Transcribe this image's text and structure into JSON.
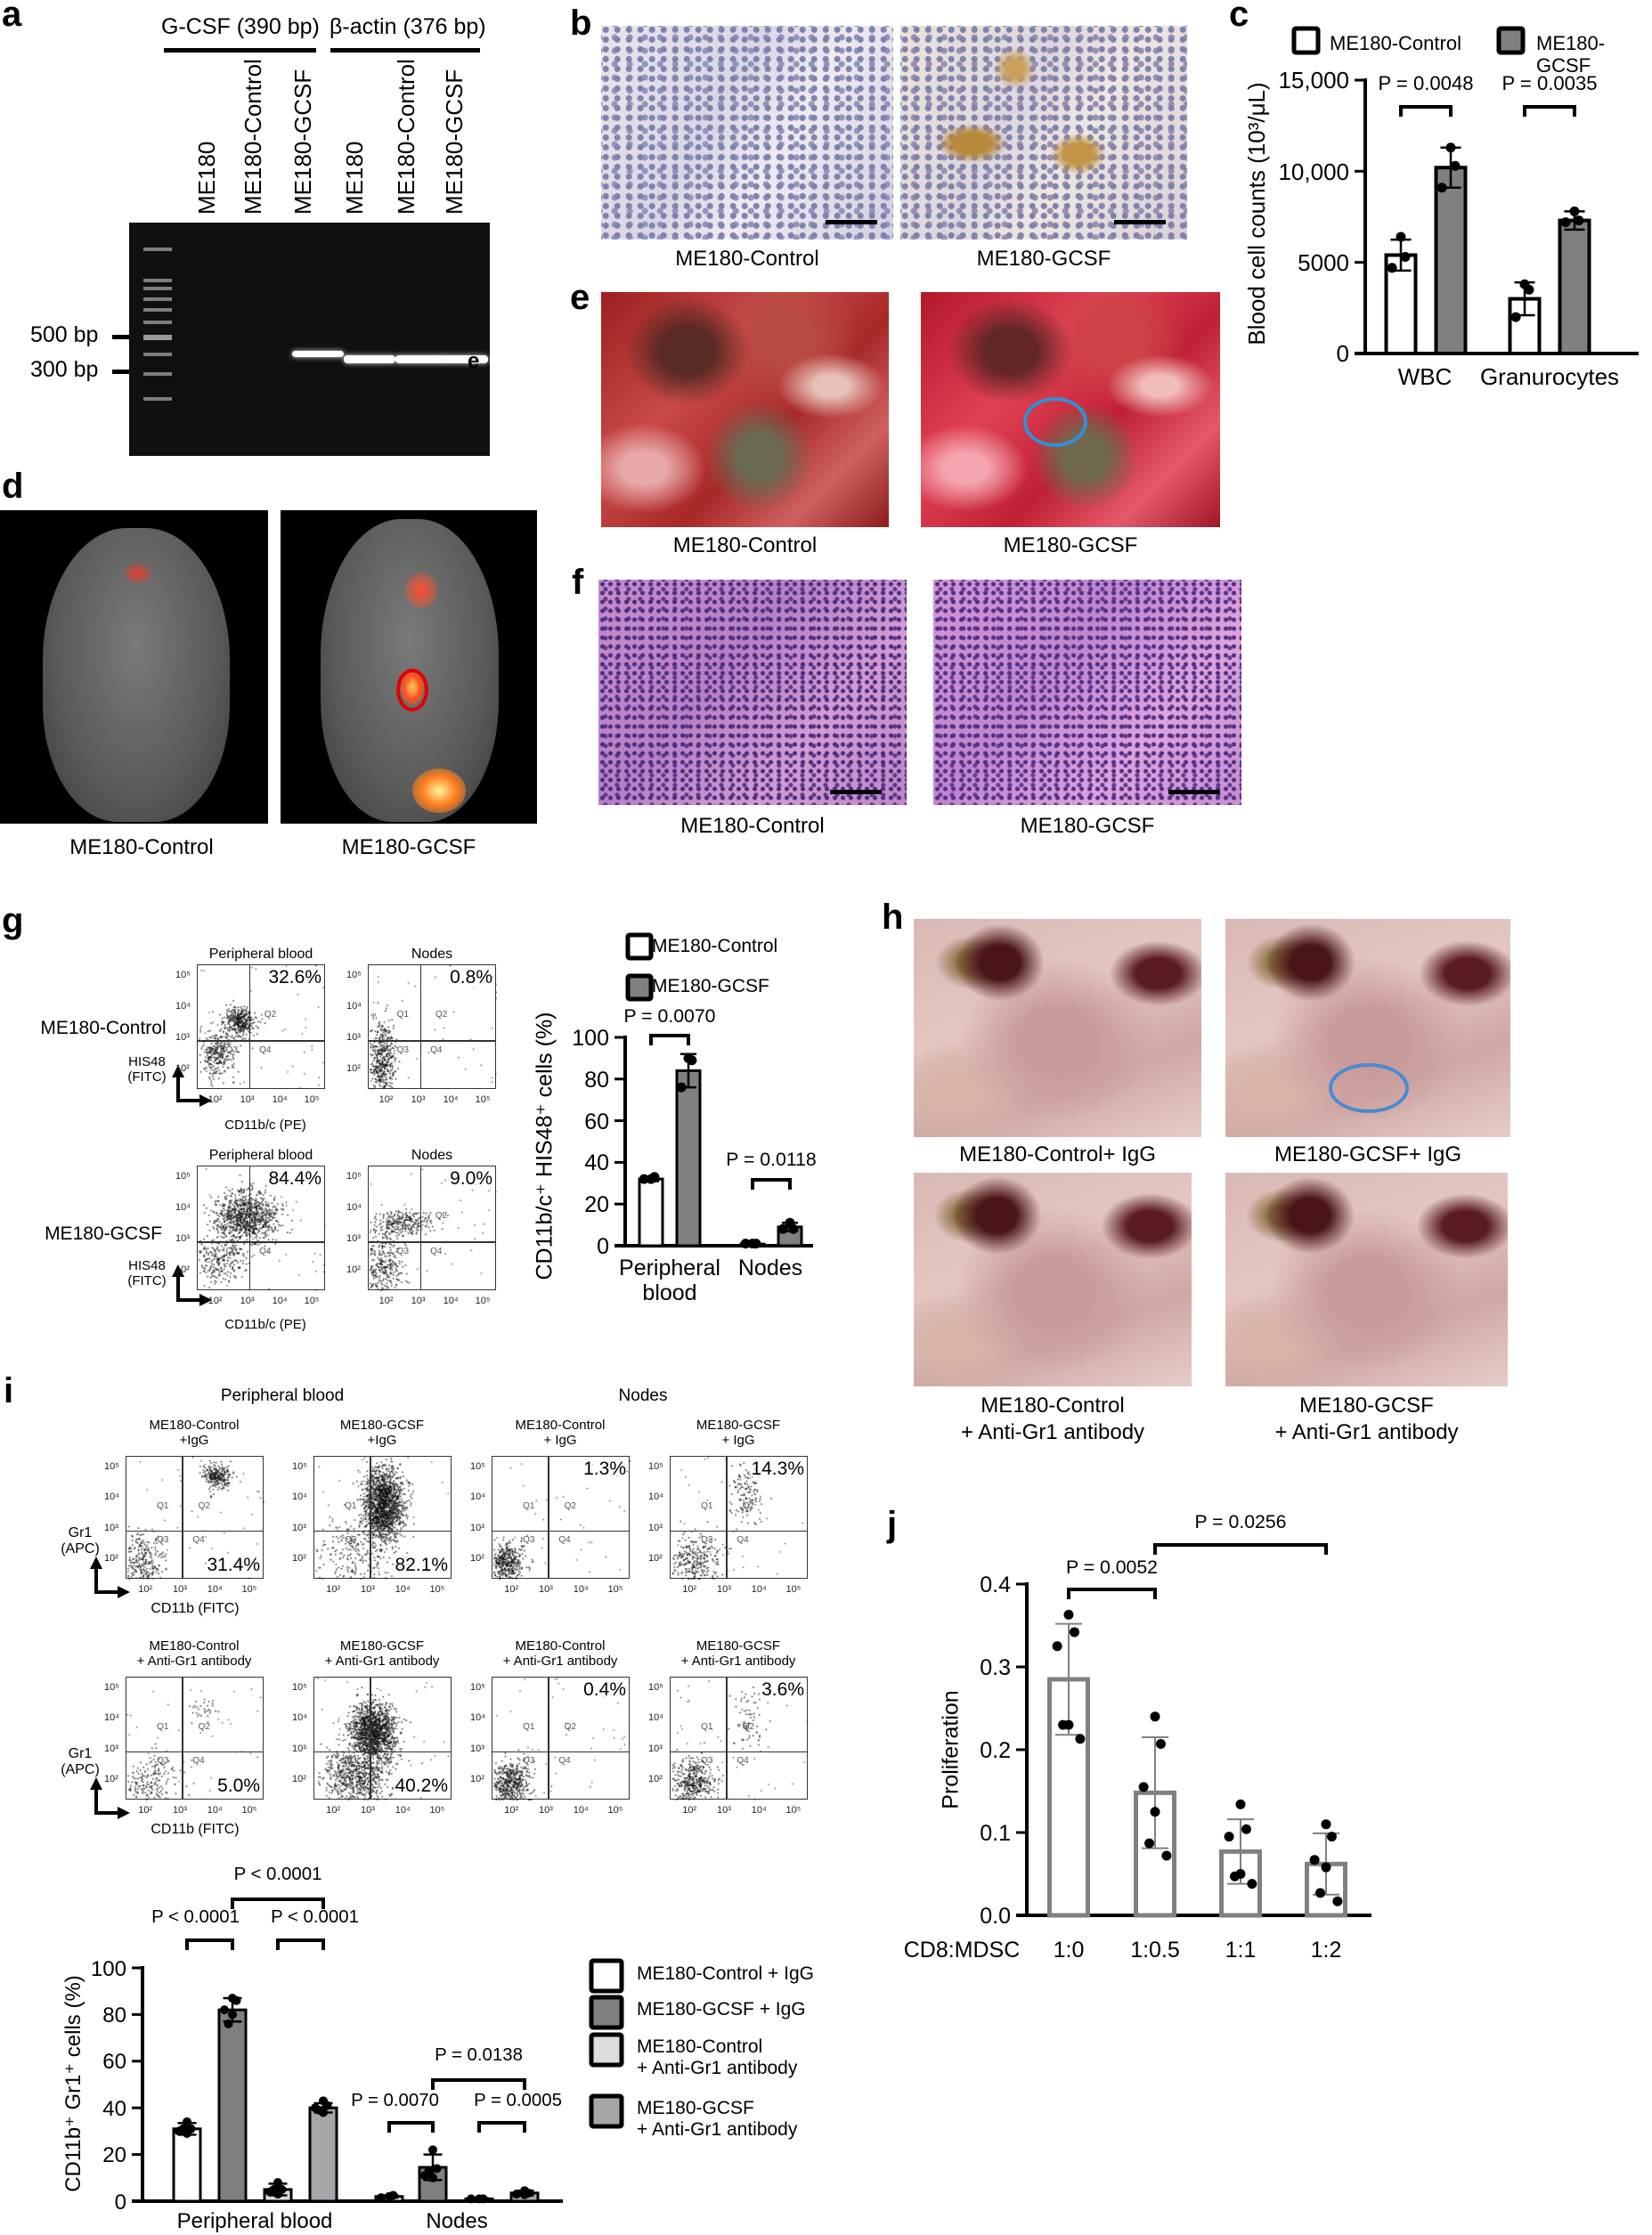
{
  "panel_labels": {
    "a": "a",
    "b": "b",
    "c": "c",
    "d": "d",
    "e": "e",
    "f": "f",
    "g": "g",
    "h": "h",
    "i": "i",
    "j": "j"
  },
  "a": {
    "headers": [
      "G-CSF (390 bp)",
      "β-actin (376 bp)"
    ],
    "lanes": [
      "ME180",
      "ME180-Control",
      "ME180-GCSF",
      "ME180",
      "ME180-Control",
      "ME180-GCSF"
    ],
    "markers": [
      "500 bp",
      "300 bp"
    ],
    "stray_letter": "e"
  },
  "b": {
    "captions": [
      "ME180-Control",
      "ME180-GCSF"
    ]
  },
  "d": {
    "captions": [
      "ME180-Control",
      "ME180-GCSF"
    ]
  },
  "e": {
    "captions": [
      "ME180-Control",
      "ME180-GCSF"
    ]
  },
  "f": {
    "captions": [
      "ME180-Control",
      "ME180-GCSF"
    ]
  },
  "h": {
    "captions": [
      "ME180-Control+ IgG",
      "ME180-GCSF+ IgG",
      "ME180-Control\n+ Anti-Gr1 antibody",
      "ME180-GCSF\n+ Anti-Gr1 antibody"
    ]
  },
  "flow_ticks": [
    "10²",
    "10³",
    "10⁴",
    "10⁵"
  ],
  "quadrants": [
    "Q1",
    "Q2",
    "Q3",
    "Q4"
  ],
  "g_flow": {
    "col_titles": [
      "Peripheral blood",
      "Nodes",
      "Peripheral blood",
      "Nodes"
    ],
    "row_labels": [
      "ME180-Control",
      "ME180-GCSF"
    ],
    "y_axis": "HIS48\n(FITC)",
    "x_axis": "CD11b/c (PE)",
    "percents": [
      "32.6%",
      "0.8%",
      "84.4%",
      "9.0%"
    ]
  },
  "i_flow": {
    "group_titles": [
      "Peripheral blood",
      "Nodes"
    ],
    "plot_titles": [
      "ME180-Control\n+IgG",
      "ME180-GCSF\n+IgG",
      "ME180-Control\n+ IgG",
      "ME180-GCSF\n+ IgG",
      "ME180-Control\n+ Anti-Gr1 antibody",
      "ME180-GCSF\n+ Anti-Gr1 antibody",
      "ME180-Control\n+ Anti-Gr1 antibody",
      "ME180-GCSF\n+ Anti-Gr1 antibody"
    ],
    "y_axis": "Gr1\n(APC)",
    "x_axis": "CD11b (FITC)",
    "percents": [
      "31.4%",
      "82.1%",
      "1.3%",
      "14.3%",
      "5.0%",
      "40.2%",
      "0.4%",
      "3.6%"
    ]
  },
  "chart_data": [
    {
      "panel": "c",
      "type": "bar",
      "ylabel": "Blood cell counts (10³/μL)",
      "xlabel": "",
      "ylim": [
        0,
        15000
      ],
      "yticks": [
        0,
        5000,
        10000,
        15000
      ],
      "ytick_labels": [
        "0",
        "5000",
        "10,000",
        "15,000"
      ],
      "categories": [
        "WBC",
        "Granurocytes"
      ],
      "legend": "top",
      "series": [
        {
          "name": "ME180-Control",
          "fill": "#ffffff",
          "values": [
            5400,
            3000
          ],
          "sd": [
            850,
            900
          ],
          "points": [
            [
              6400,
              5300,
              4700
            ],
            [
              3800,
              3500,
              2000
            ]
          ]
        },
        {
          "name": "ME180-GCSF",
          "fill": "#808080",
          "values": [
            10200,
            7300
          ],
          "sd": [
            1100,
            500
          ],
          "points": [
            [
              11300,
              10300,
              9100
            ],
            [
              7800,
              7300,
              7200
            ]
          ]
        }
      ],
      "comparisons": [
        {
          "from": [
            0,
            0
          ],
          "to": [
            0,
            1
          ],
          "label": "P = 0.0048"
        },
        {
          "from": [
            1,
            0
          ],
          "to": [
            1,
            1
          ],
          "label": "P = 0.0035"
        }
      ]
    },
    {
      "panel": "g",
      "type": "bar",
      "ylabel": "CD11b/c⁺ HIS48⁺ cells (%)",
      "xlabel": "",
      "ylim": [
        0,
        100
      ],
      "yticks": [
        0,
        20,
        40,
        60,
        80,
        100
      ],
      "ytick_labels": [
        "0",
        "20",
        "40",
        "60",
        "80",
        "100"
      ],
      "categories": [
        "Peripheral\nblood",
        "Nodes"
      ],
      "legend": "top",
      "series": [
        {
          "name": "ME180-Control",
          "fill": "#ffffff",
          "values": [
            32,
            0.8
          ],
          "sd": [
            1,
            0.3
          ],
          "points": [
            [
              32,
              33,
              32
            ],
            [
              1,
              1,
              1
            ]
          ]
        },
        {
          "name": "ME180-GCSF",
          "fill": "#808080",
          "values": [
            84,
            9
          ],
          "sd": [
            8,
            2
          ],
          "points": [
            [
              90,
              89,
              76
            ],
            [
              11,
              8,
              8
            ]
          ]
        }
      ],
      "comparisons": [
        {
          "from": [
            0,
            0
          ],
          "to": [
            0,
            1
          ],
          "label": "P = 0.0070"
        },
        {
          "from": [
            1,
            0
          ],
          "to": [
            1,
            1
          ],
          "label": "P = 0.0118"
        }
      ]
    },
    {
      "panel": "i",
      "type": "bar",
      "ylabel": "CD11b⁺ Gr1⁺ cells (%)",
      "xlabel": "",
      "ylim": [
        0,
        100
      ],
      "yticks": [
        0,
        20,
        40,
        60,
        80,
        100
      ],
      "ytick_labels": [
        "0",
        "20",
        "40",
        "60",
        "80",
        "100"
      ],
      "categories": [
        "Peripheral blood",
        "Nodes"
      ],
      "legend": "right",
      "series": [
        {
          "name": "ME180-Control + IgG",
          "fill": "#ffffff",
          "values": [
            31,
            2
          ],
          "sd": [
            2.5,
            0.5
          ],
          "points": [
            [
              34,
              31,
              30,
              29,
              31
            ],
            [
              2,
              2.5,
              1.5
            ]
          ]
        },
        {
          "name": "ME180-GCSF + IgG",
          "fill": "#7f7f7f",
          "values": [
            82,
            14.5
          ],
          "sd": [
            5,
            5.5
          ],
          "points": [
            [
              87,
              86,
              82,
              80,
              76
            ],
            [
              22,
              14,
              11,
              10,
              13
            ]
          ]
        },
        {
          "name": "ME180-Control\n+ Anti-Gr1 antibody",
          "fill": "#dcdcdc",
          "values": [
            5,
            1
          ],
          "sd": [
            2.5,
            0.3
          ],
          "points": [
            [
              8,
              5,
              4,
              3,
              5
            ],
            [
              1,
              1,
              1
            ]
          ]
        },
        {
          "name": "ME180-GCSF\n+ Anti-Gr1 antibody",
          "fill": "#a6a6aa",
          "values": [
            40,
            3.5
          ],
          "sd": [
            2,
            1
          ],
          "points": [
            [
              43,
              41,
              40,
              38,
              39
            ],
            [
              4.5,
              3.5,
              3,
              2.8
            ]
          ]
        }
      ],
      "comparisons": [
        {
          "from": [
            0,
            1
          ],
          "to": [
            0,
            3
          ],
          "label": "P < 0.0001"
        },
        {
          "from": [
            0,
            0
          ],
          "to": [
            0,
            1
          ],
          "label": "P < 0.0001"
        },
        {
          "from": [
            0,
            2
          ],
          "to": [
            0,
            3
          ],
          "label": "P < 0.0001"
        },
        {
          "from": [
            1,
            1
          ],
          "to": [
            1,
            3
          ],
          "label": "P = 0.0138"
        },
        {
          "from": [
            1,
            0
          ],
          "to": [
            1,
            1
          ],
          "label": "P = 0.0070"
        },
        {
          "from": [
            1,
            2
          ],
          "to": [
            1,
            3
          ],
          "label": "P = 0.0005"
        }
      ]
    },
    {
      "panel": "j",
      "type": "bar",
      "ylabel": "Proliferation",
      "xlabel": "CD8:MDSC",
      "ylim": [
        0,
        0.4
      ],
      "yticks": [
        0,
        0.1,
        0.2,
        0.3,
        0.4
      ],
      "ytick_labels": [
        "0.0",
        "0.1",
        "0.2",
        "0.3",
        "0.4"
      ],
      "categories": [
        "1:0",
        "1:0.5",
        "1:1",
        "1:2"
      ],
      "series": [
        {
          "fill": "#ffffff",
          "stroke": "#808080",
          "values": [
            0.285,
            0.148,
            0.077,
            0.062
          ],
          "sd": [
            0.067,
            0.067,
            0.039,
            0.037
          ],
          "points": [
            [
              0.363,
              0.342,
              0.325,
              0.23,
              0.23,
              0.213
            ],
            [
              0.24,
              0.207,
              0.155,
              0.125,
              0.087,
              0.072
            ],
            [
              0.134,
              0.104,
              0.095,
              0.05,
              0.047,
              0.038
            ],
            [
              0.11,
              0.095,
              0.067,
              0.058,
              0.027,
              0.017
            ]
          ]
        }
      ],
      "comparisons": [
        {
          "from": [
            0,
            0
          ],
          "to": [
            1,
            0
          ],
          "label": "P = 0.0052"
        },
        {
          "from": [
            1,
            0
          ],
          "to": [
            3,
            0
          ],
          "label": "P = 0.0256"
        }
      ]
    }
  ]
}
